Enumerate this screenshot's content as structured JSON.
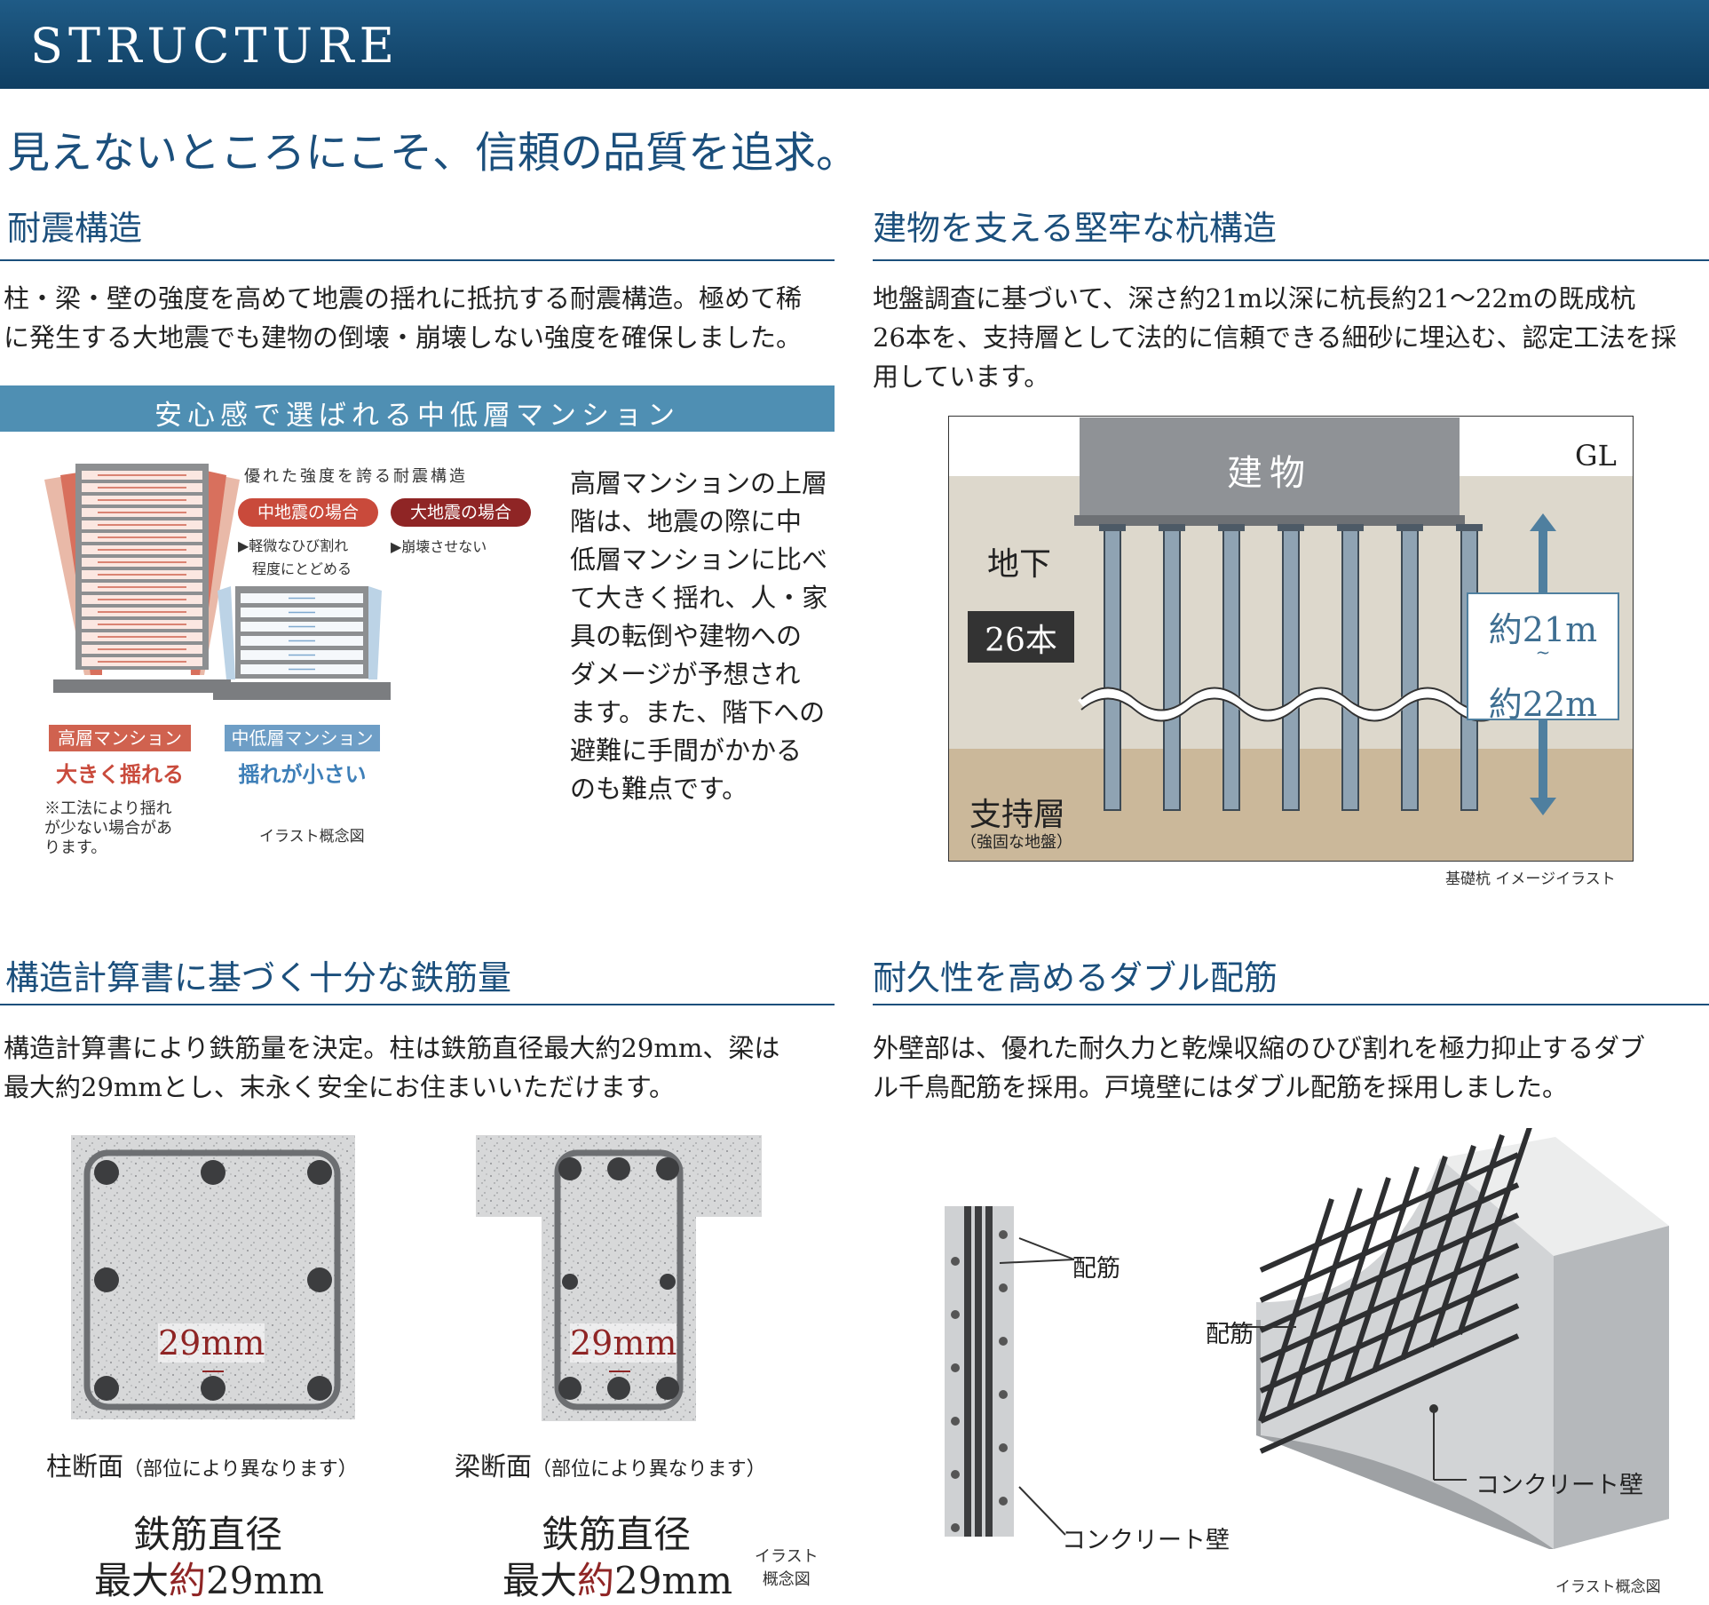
{
  "header": {
    "title": "STRUCTURE"
  },
  "tagline": "見えないところにこそ、信頼の品質を追求。",
  "quake": {
    "title": "耐震構造",
    "text": [
      "柱・梁・壁の強度を高めて地震の揺れに抵抗する耐震構造。極めて稀",
      "に発生する大地震でも建物の倒壊・崩壊しない強度を確保しました。"
    ],
    "banner": "安心感で選ばれる中低層マンション",
    "strength_title": "優れた強度を誇る耐震構造",
    "badge_mid": "中地震の場合",
    "badge_large": "大地震の場合",
    "note_mid": [
      "▶軽微なひび割れ",
      "程度にとどめる"
    ],
    "note_large": "▶崩壊させない",
    "tall_label": "高層マンション",
    "tall_caption": "大きく揺れる",
    "low_label": "中低層マンション",
    "low_caption": "揺れが小さい",
    "footnote": [
      "※工法により揺れ",
      "が少ない場合があ",
      "ります。"
    ],
    "illust_note": "イラスト概念図",
    "side_text": [
      "高層マンションの上層",
      "階は、地震の際に中",
      "低層マンションに比べ",
      "て大きく揺れ、人・家",
      "具の転倒や建物への",
      "ダメージが予想され",
      "ます。また、階下への",
      "避難に手間がかかる",
      "のも難点です。"
    ]
  },
  "pile": {
    "title": "建物を支える堅牢な杭構造",
    "text": [
      "地盤調査に基づいて、深さ約21m以深に杭長約21～22mの既成杭",
      "26本を、支持層として法的に信頼できる細砂に埋込む、認定工法を採",
      "用しています。"
    ],
    "building": "建物",
    "gl": "GL",
    "underground": "地下",
    "count": "26本",
    "depth_top": "約21m",
    "depth_mid": "~",
    "depth_bottom": "約22m",
    "support": "支持層",
    "support_sub": "（強固な地盤）",
    "caption": "基礎杭 イメージイラスト"
  },
  "rebar": {
    "title": "構造計算書に基づく十分な鉄筋量",
    "text": [
      "構造計算書により鉄筋量を決定。柱は鉄筋直径最大約29mm、梁は",
      "最大約29mmとし、末永く安全にお住まいいただけます。"
    ],
    "dim": "29mm",
    "col_caption": "柱断面",
    "col_caption_sub": "（部位により異なります）",
    "beam_caption": "梁断面",
    "beam_caption_sub": "（部位により異なります）",
    "diameter_label": "鉄筋直径",
    "max_prefix": "最大",
    "approx": "約",
    "max_value": "29mm",
    "illust_note": [
      "イラスト",
      "概念図"
    ]
  },
  "double": {
    "title": "耐久性を高めるダブル配筋",
    "text": [
      "外壁部は、優れた耐久力と乾燥収縮のひび割れを極力抑止するダブ",
      "ル千鳥配筋を採用。戸境壁にはダブル配筋を採用しました。"
    ],
    "rebar_label": "配筋",
    "concrete_label": "コンクリート壁",
    "caption": "イラスト概念図"
  },
  "colors": {
    "navy": "#1b4f7c",
    "banner": "#4f8fb3",
    "red": "#c94a3b",
    "blue": "#6e9ec6",
    "darkred": "#8f2525"
  }
}
